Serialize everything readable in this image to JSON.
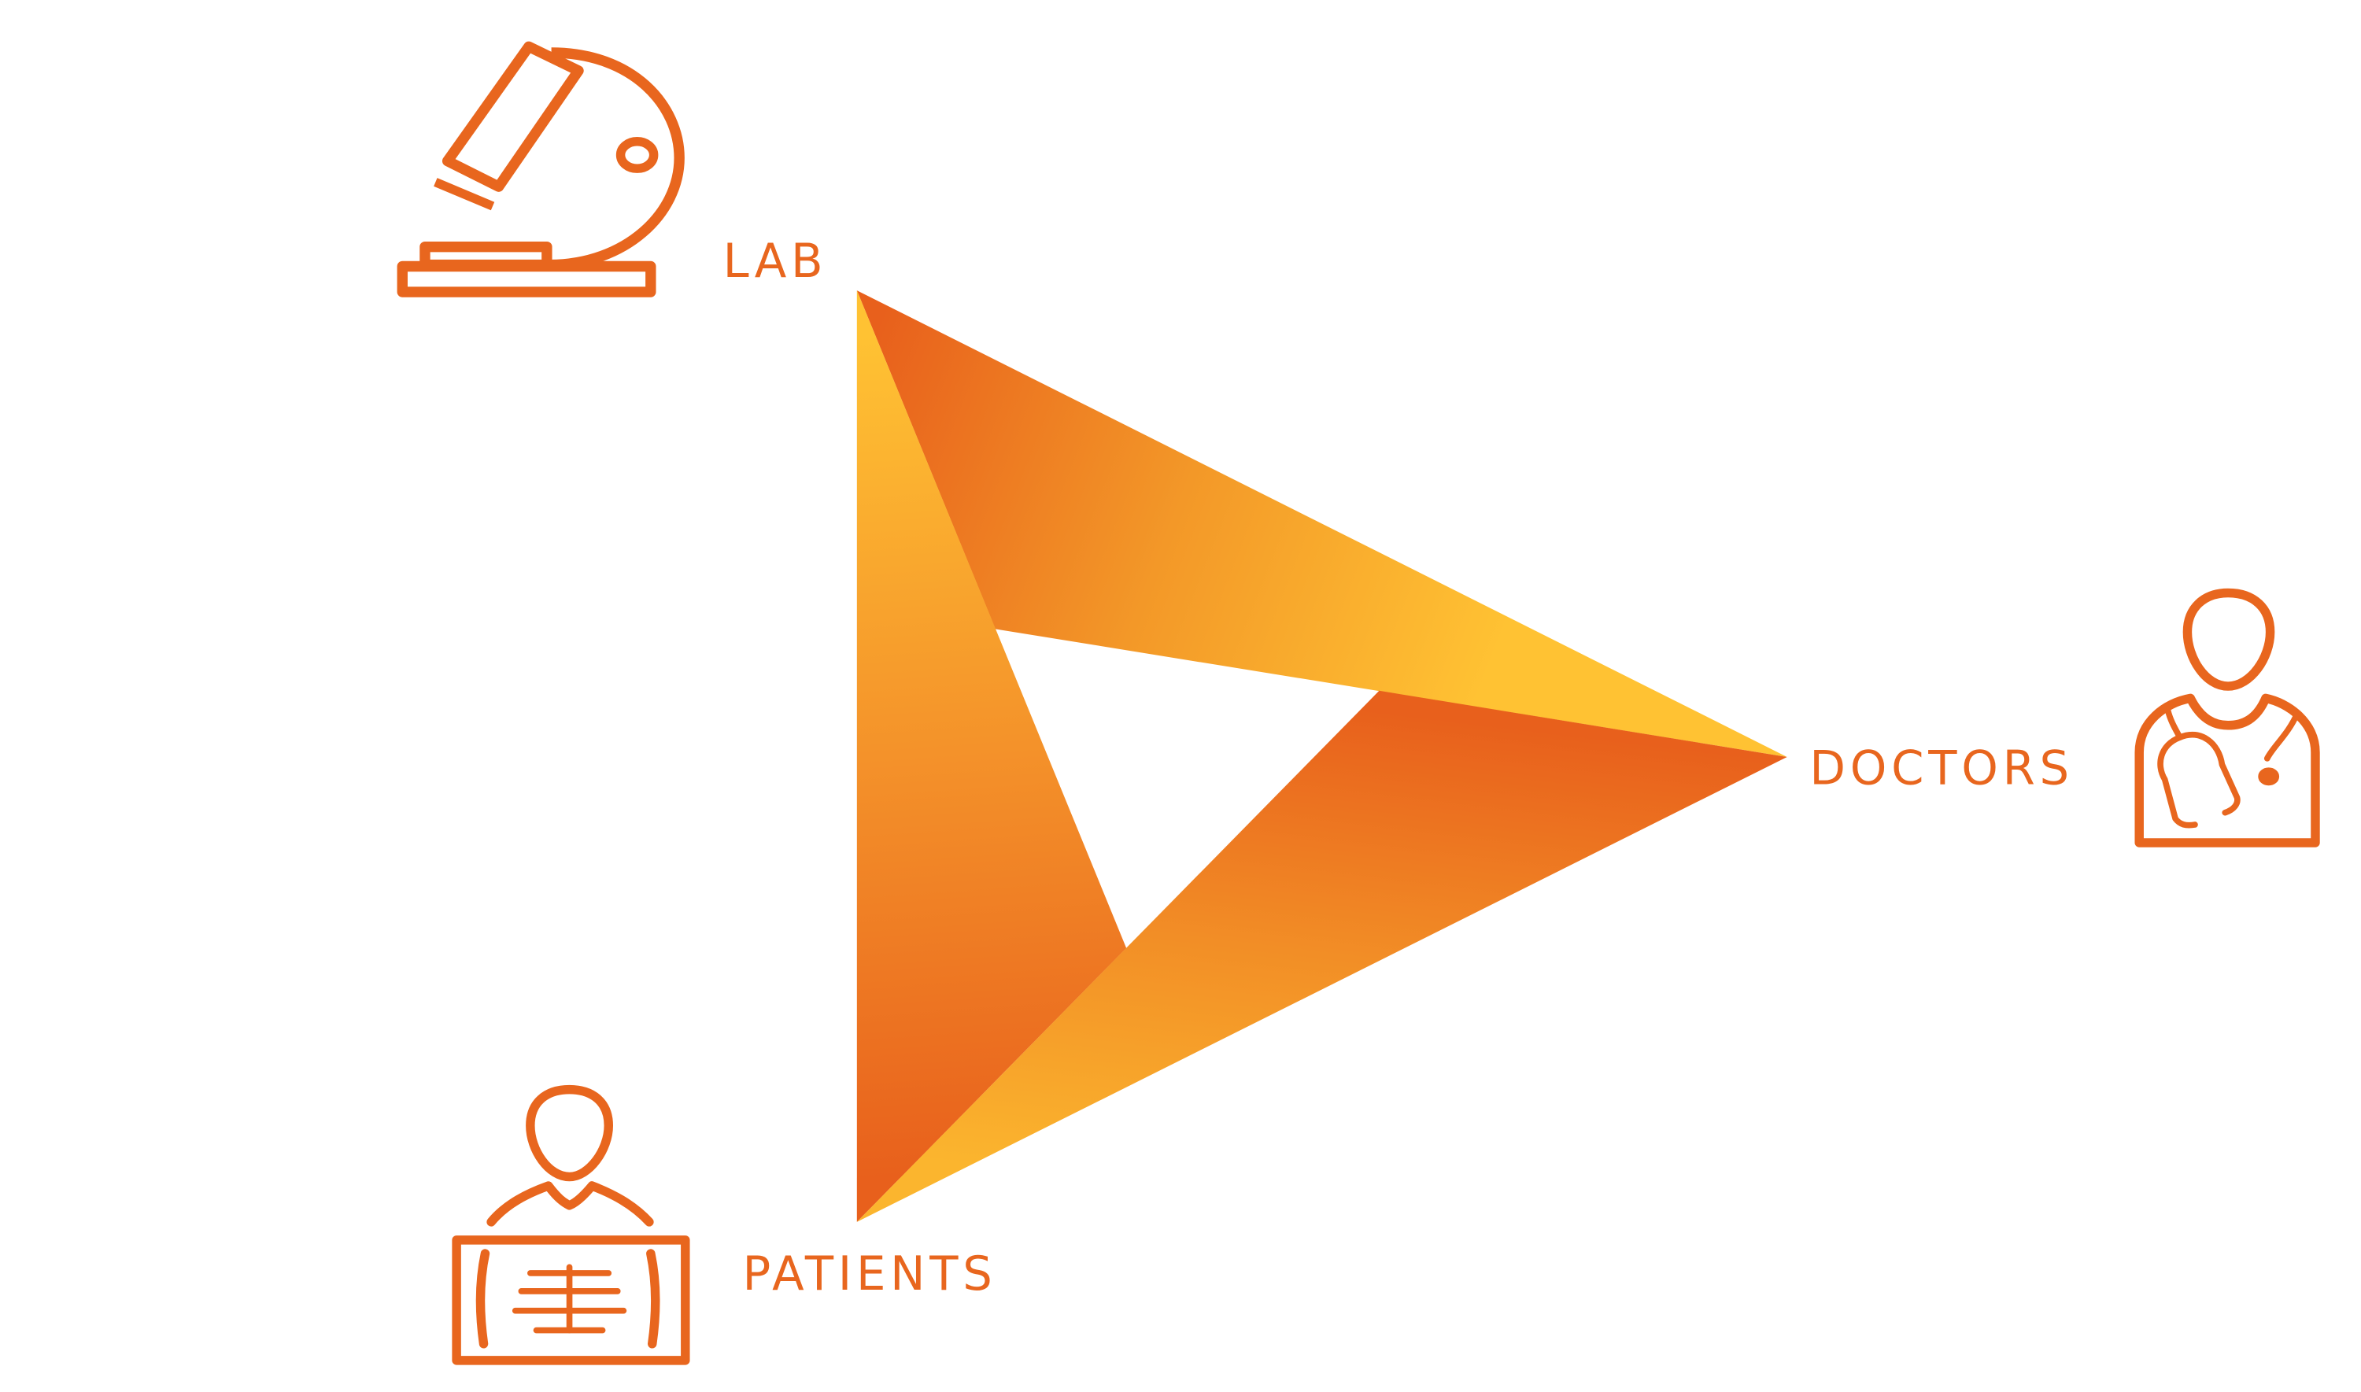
{
  "colors": {
    "accent": "#E8661E",
    "orange_dark": "#E8601C",
    "orange_mid": "#F18C26",
    "yellow": "#FFC233"
  },
  "nodes": {
    "lab": {
      "label": "LAB",
      "icon": "microscope-icon"
    },
    "doctors": {
      "label": "DOCTORS",
      "icon": "doctor-stethoscope-icon"
    },
    "patients": {
      "label": "PATIENTS",
      "icon": "patient-xray-icon"
    }
  }
}
